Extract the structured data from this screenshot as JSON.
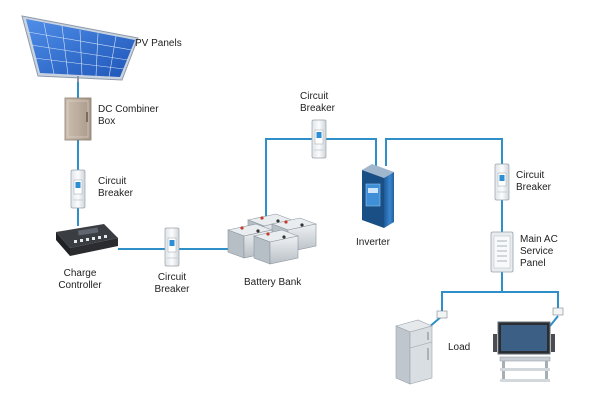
{
  "colors": {
    "wire": "#2e8fc9",
    "panel_cell": "#2f6fd6",
    "panel_frame": "#b8c4d4",
    "breaker_body": "#f1f3f5",
    "breaker_accent": "#2b8fd6",
    "battery_body": "#d9dee3",
    "inverter_body": "#2b6fb3",
    "text": "#222222"
  },
  "diagram": {
    "title": "",
    "nodes": {
      "pv_panels": {
        "label": "PV Panels",
        "icon": "solar-panel-icon"
      },
      "dc_combiner_box": {
        "label_line1": "DC Combiner",
        "label_line2": "Box",
        "icon": "combiner-box-icon"
      },
      "breaker_dc_upper": {
        "label_line1": "Circuit",
        "label_line2": "Breaker",
        "icon": "circuit-breaker-icon"
      },
      "charge_controller": {
        "label_line1": "Charge",
        "label_line2": "Controller",
        "icon": "charge-controller-icon"
      },
      "breaker_dc_lower": {
        "label_line1": "Circuit",
        "label_line2": "Breaker",
        "icon": "circuit-breaker-icon"
      },
      "battery_bank": {
        "label": "Battery Bank",
        "icon": "battery-bank-icon"
      },
      "breaker_top": {
        "label_line1": "Circuit",
        "label_line2": "Breaker",
        "icon": "circuit-breaker-icon"
      },
      "inverter": {
        "label": "Inverter",
        "icon": "inverter-icon"
      },
      "breaker_ac": {
        "label_line1": "Circuit",
        "label_line2": "Breaker",
        "icon": "circuit-breaker-icon"
      },
      "main_ac_panel": {
        "label_line1": "Main AC",
        "label_line2": "Service",
        "label_line3": "Panel",
        "icon": "service-panel-icon"
      },
      "load": {
        "label": "Load",
        "icons": [
          "refrigerator-icon",
          "television-icon"
        ]
      }
    }
  }
}
